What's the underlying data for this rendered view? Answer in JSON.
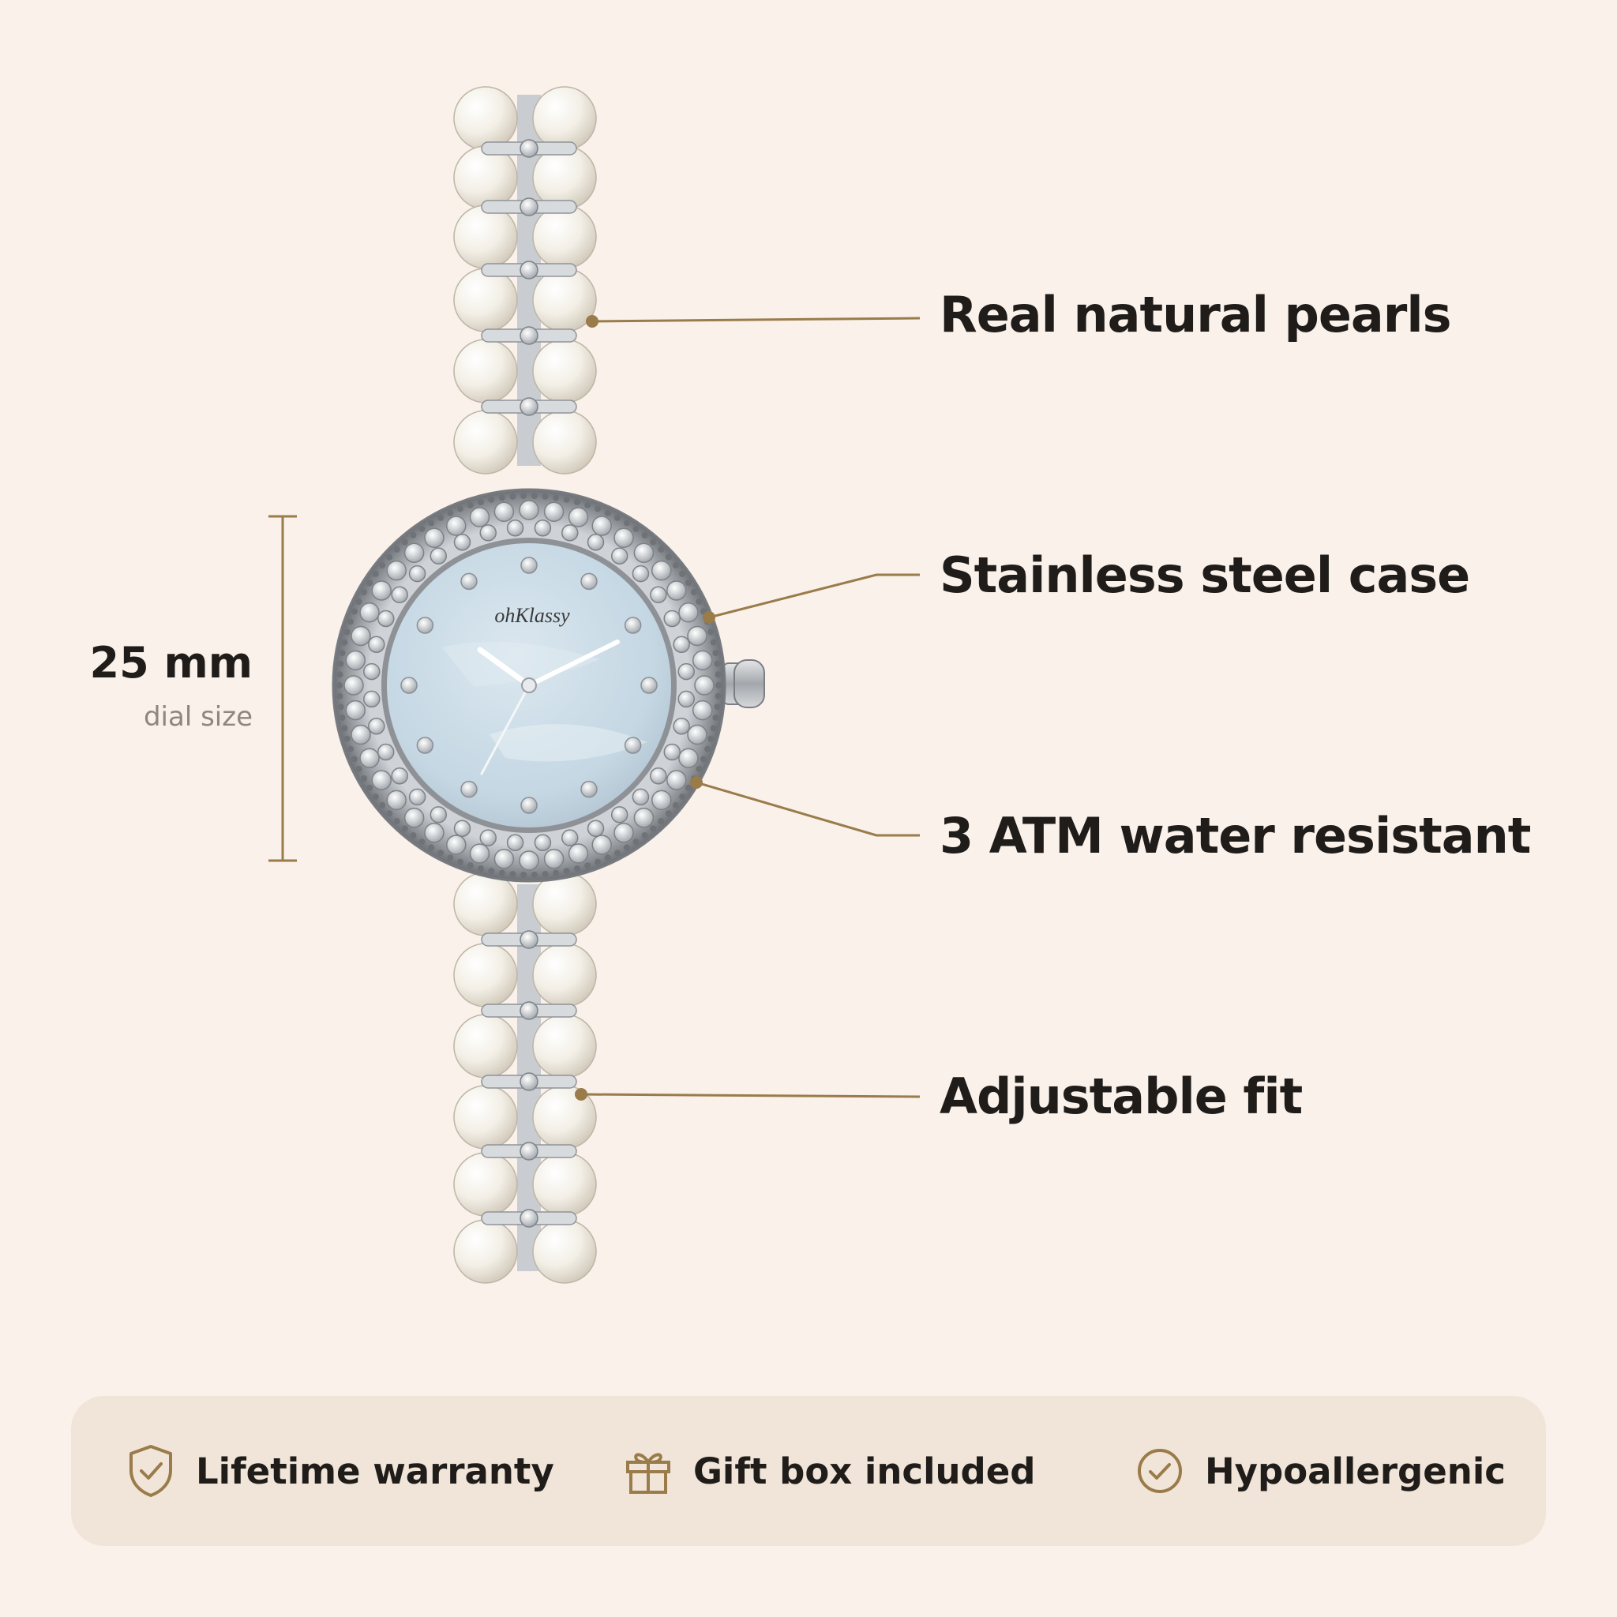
{
  "dimension": {
    "value": "25 mm",
    "caption": "dial size"
  },
  "brand_logo": "ohKlassy",
  "features": [
    {
      "label": "Real natural pearls"
    },
    {
      "label": "Stainless steel case"
    },
    {
      "label": "3 ATM water resistant"
    },
    {
      "label": "Adjustable fit"
    }
  ],
  "perks": [
    {
      "label": "Lifetime warranty",
      "icon": "shield-check-icon"
    },
    {
      "label": "Gift box included",
      "icon": "gift-box-icon"
    },
    {
      "label": "Hypoallergenic",
      "icon": "check-circle-icon"
    }
  ],
  "colors": {
    "background": "#f9f1ea",
    "accent_gold": "#9a7b4a",
    "text": "#1f1c1a",
    "dial": "#c9dbe6",
    "bar": "#f0e5d8"
  }
}
